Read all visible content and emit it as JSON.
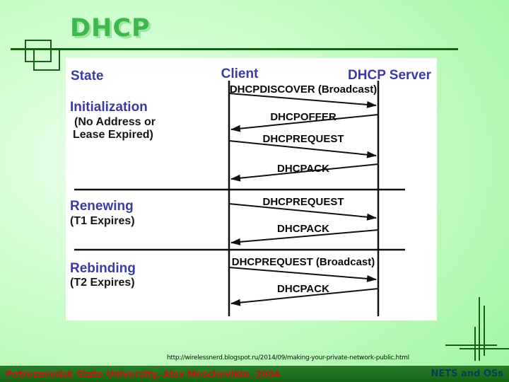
{
  "slide": {
    "title": "DHCP",
    "url_caption": "http://wirelessnerd.blogspot.ru/2014/09/making-your-private-network-public.html",
    "footer_left": "Petrozavodsk State University, Alex Moschevikin, 2004",
    "footer_right": "NETS and OSs"
  },
  "diagram": {
    "columns": {
      "state": "State",
      "client": "Client",
      "server": "DHCP Server"
    },
    "states": [
      {
        "name": "Initialization",
        "note_lines": [
          "(No Address or",
          "Lease Expired)"
        ]
      },
      {
        "name": "Renewing",
        "note_lines": [
          "(T1 Expires)"
        ]
      },
      {
        "name": "Rebinding",
        "note_lines": [
          "(T2 Expires)"
        ]
      }
    ],
    "messages": [
      {
        "label": "DHCPDISCOVER (Broadcast)",
        "from": "client",
        "to": "server"
      },
      {
        "label": "DHCPOFFER",
        "from": "server",
        "to": "client"
      },
      {
        "label": "DHCPREQUEST",
        "from": "client",
        "to": "server"
      },
      {
        "label": "DHCPACK",
        "from": "server",
        "to": "client"
      },
      {
        "label": "DHCPREQUEST",
        "from": "client",
        "to": "server"
      },
      {
        "label": "DHCPACK",
        "from": "server",
        "to": "client"
      },
      {
        "label": "DHCPREQUEST (Broadcast)",
        "from": "client",
        "to": "server"
      },
      {
        "label": "DHCPACK",
        "from": "server",
        "to": "client"
      }
    ]
  },
  "colors": {
    "title_green": "#3eb84e",
    "title_shadow_green": "#9fe49f",
    "rule_green": "#166016",
    "heading_navy": "#3b3ba6",
    "diagram_ink": "#111111",
    "footer_bg": "#156415",
    "footer_bg_top": "#2a7d2a",
    "footer_left_text": "#c2170b",
    "footer_right_text": "#0a3a55",
    "slide_bg_light": "#eeffee",
    "slide_bg_mid": "#ccfdcc",
    "slide_bg_deep": "#a3f6a3"
  }
}
